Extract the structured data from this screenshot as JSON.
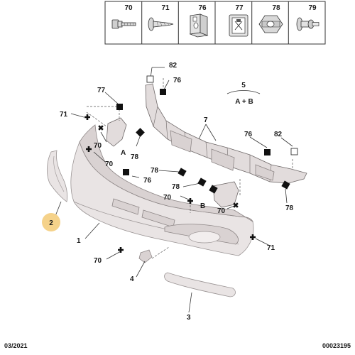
{
  "legend": {
    "items": [
      {
        "num": "70",
        "icon": "bolt-flange-icon"
      },
      {
        "num": "71",
        "icon": "screw-icon"
      },
      {
        "num": "76",
        "icon": "clip-nut-icon"
      },
      {
        "num": "77",
        "icon": "clip-icon"
      },
      {
        "num": "78",
        "icon": "nut-icon"
      },
      {
        "num": "79",
        "icon": "push-pin-icon"
      }
    ]
  },
  "callouts": {
    "c82a": "82",
    "c76a": "76",
    "c77": "77",
    "c71a": "71",
    "c70a": "70",
    "c70b": "70",
    "c7": "7",
    "c76b": "76",
    "c82b": "82",
    "c78a": "78",
    "c78b": "78",
    "c76c": "76",
    "c78c": "78",
    "c70c": "70",
    "c70d": "70",
    "c78d": "78",
    "c71b": "71",
    "c1": "1",
    "c70e": "70",
    "c4": "4",
    "c3": "3",
    "c5": "5",
    "c5b": "A + B",
    "cA": "A",
    "cB": "B"
  },
  "highlight": {
    "part": "2",
    "color": "#f5d28a"
  },
  "footer": {
    "date": "03/2021",
    "ref": "00023195"
  }
}
